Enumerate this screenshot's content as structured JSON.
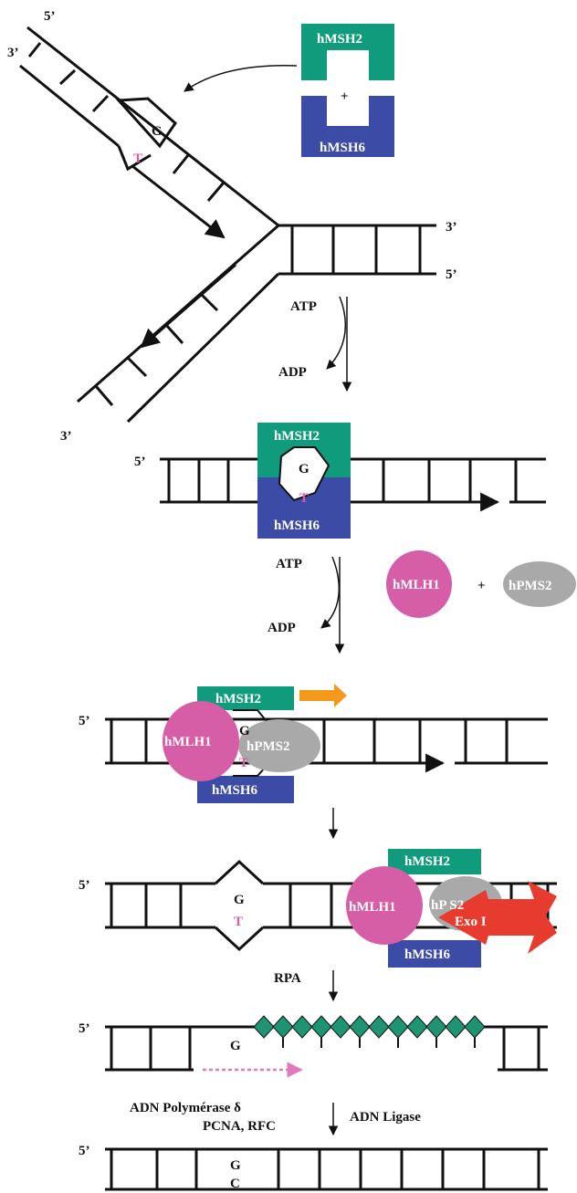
{
  "labels": {
    "five_prime": "5’",
    "three_prime": "3’",
    "plus": "+",
    "atp": "ATP",
    "adp": "ADP",
    "rpa": "RPA",
    "polymerase": "ADN Polymérase δ",
    "pcna_rfc": "PCNA, RFC",
    "ligase": "ADN Ligase"
  },
  "bases": {
    "g": "G",
    "t": "T",
    "c": "C"
  },
  "proteins": {
    "msh2": "hMSH2",
    "msh6": "hMSH6",
    "mlh1": "hMLH1",
    "pms2": "hPMS2",
    "pms2_partial": "hP  S2",
    "exo1": "Exo I"
  },
  "colors": {
    "msh2": "#109b7c",
    "msh6": "#3c4ba6",
    "mlh1": "#d65ea6",
    "pms2": "#a9a9a9",
    "exo1": "#e63b2e",
    "slide_arrow": "#f39a1c",
    "rpa": "#1f9472",
    "mismatch_t": "#d65ea6",
    "synthesis": "#e07ac0"
  }
}
